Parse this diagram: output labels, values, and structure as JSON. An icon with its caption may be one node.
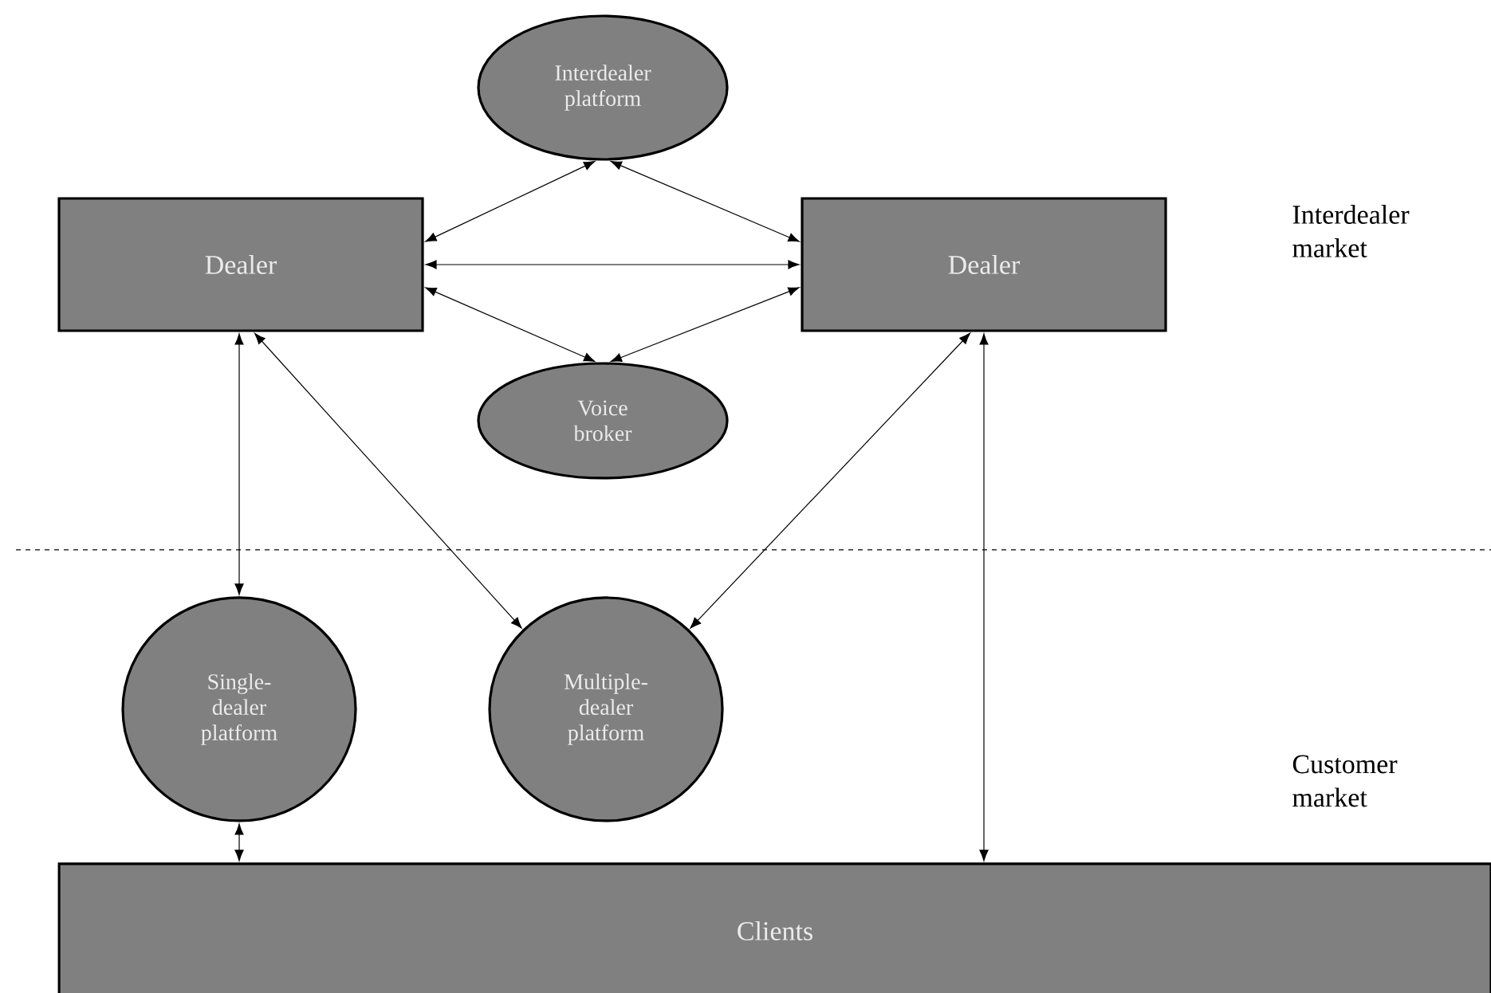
{
  "diagram": {
    "nodes": [
      {
        "text": [
          "Interdealer platform"
        ]
      },
      {
        "text": [
          "Dealer"
        ]
      },
      {
        "text": [
          "Dealer"
        ]
      },
      {
        "text": [
          "Voice broker"
        ]
      },
      {
        "text": [
          "Single-dealer platform"
        ]
      },
      {
        "text": [
          "Multiple-dealer platform"
        ]
      },
      {
        "text": [
          "Clients"
        ]
      }
    ],
    "edges": [
      {
        "from": 1,
        "to": 0,
        "arrow": "both"
      },
      {
        "from": 0,
        "to": 2,
        "arrow": "both"
      },
      {
        "from": 1,
        "to": 2,
        "arrow": "both"
      },
      {
        "from": 1,
        "to": 3,
        "arrow": "both"
      },
      {
        "from": 3,
        "to": 2,
        "arrow": "both"
      },
      {
        "from": 1,
        "to": 4,
        "arrow": "both"
      },
      {
        "from": 1,
        "to": 5,
        "arrow": "both"
      },
      {
        "from": 2,
        "to": 5,
        "arrow": "both"
      },
      {
        "from": 2,
        "to": 6,
        "arrow": "both"
      },
      {
        "from": 4,
        "to": 6,
        "arrow": "both"
      }
    ],
    "labels": [
      "Interdealer market",
      "Customer market"
    ]
  }
}
